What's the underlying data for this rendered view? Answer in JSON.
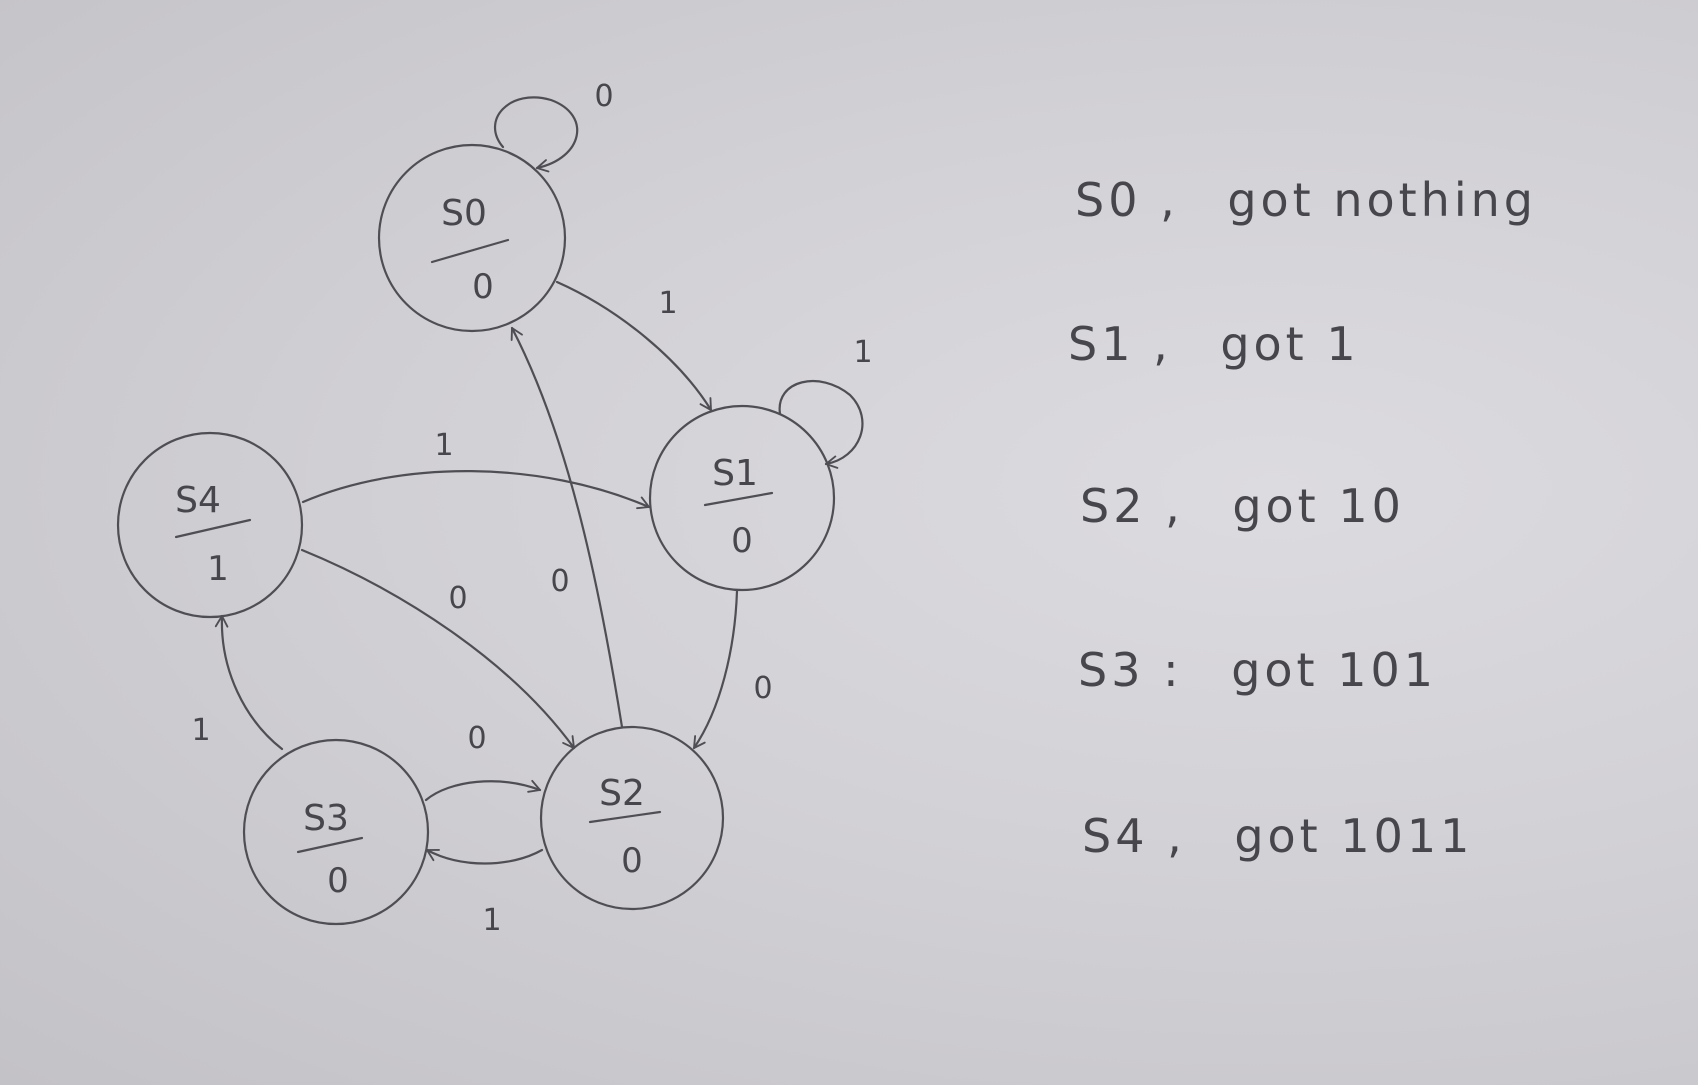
{
  "diagram": {
    "states": [
      {
        "id": "S0",
        "name": "S0",
        "output": "0"
      },
      {
        "id": "S1",
        "name": "S1",
        "output": "0"
      },
      {
        "id": "S2",
        "name": "S2",
        "output": "0"
      },
      {
        "id": "S3",
        "name": "S3",
        "output": "0"
      },
      {
        "id": "S4",
        "name": "S4",
        "output": "1"
      }
    ],
    "transitions": [
      {
        "from": "S0",
        "to": "S0",
        "input": "0"
      },
      {
        "from": "S0",
        "to": "S1",
        "input": "1"
      },
      {
        "from": "S1",
        "to": "S1",
        "input": "1"
      },
      {
        "from": "S4",
        "to": "S1",
        "input": "1"
      },
      {
        "from": "S4",
        "to": "S2",
        "input": "0"
      },
      {
        "from": "S2",
        "to": "S0",
        "input": "0"
      },
      {
        "from": "S1",
        "to": "S2",
        "input": "0"
      },
      {
        "from": "S3",
        "to": "S4",
        "input": "1"
      },
      {
        "from": "S3",
        "to": "S2",
        "input": "0"
      },
      {
        "from": "S2",
        "to": "S3",
        "input": "1"
      }
    ],
    "legend": [
      {
        "state": "S0",
        "sep": ",",
        "text": "got nothing"
      },
      {
        "state": "S1",
        "sep": ",",
        "text": "got 1"
      },
      {
        "state": "S2",
        "sep": ",",
        "text": "got 10"
      },
      {
        "state": "S3",
        "sep": ":",
        "text": "got 101"
      },
      {
        "state": "S4",
        "sep": ",",
        "text": "got 1011"
      }
    ]
  }
}
